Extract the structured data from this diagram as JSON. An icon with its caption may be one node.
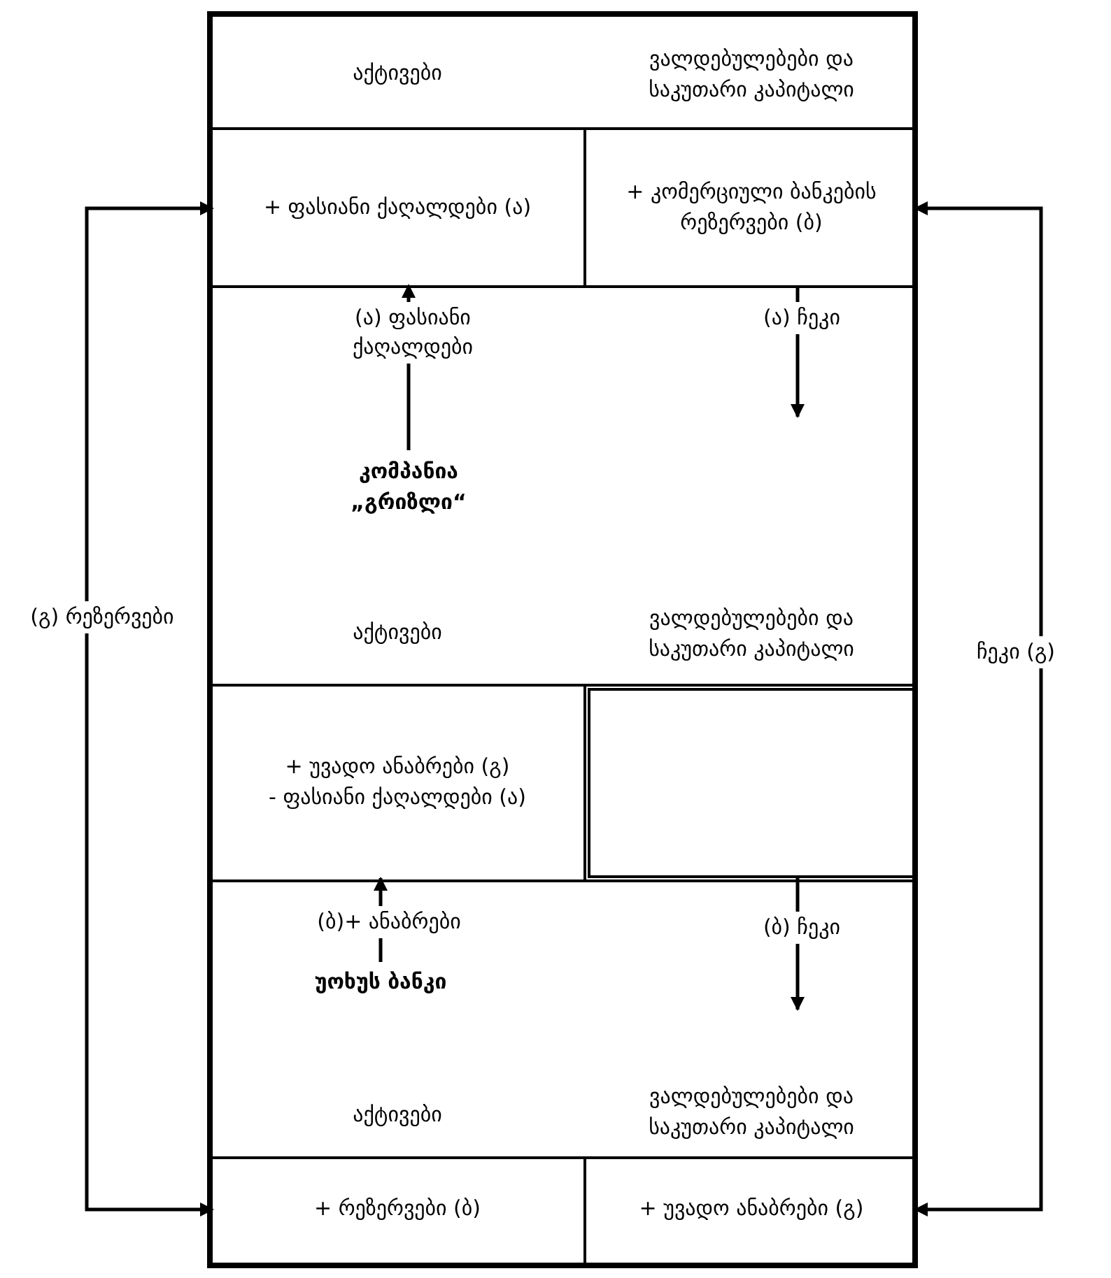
{
  "diagram": {
    "nodes": [
      {
        "text": [
          "აქტივები"
        ]
      },
      {
        "text": [
          "ვალდებულებები და საკუთარი კაპიტალი"
        ]
      },
      {
        "text": [
          "+ ფასიანი ქაღალდები (ა)"
        ]
      },
      {
        "text": [
          "+ კომერციული ბანკების რეზერვები (ბ)"
        ]
      },
      {
        "text": [
          "კომპანია „გრიზლი“"
        ]
      },
      {
        "text": [
          "აქტივები"
        ]
      },
      {
        "text": [
          "ვალდებულებები და საკუთარი კაპიტალი"
        ]
      },
      {
        "text": [
          "+ უვადო ანაბრები (გ)",
          "- ფასიანი ქაღალდები (ა)"
        ]
      },
      {
        "text": [],
        "shape": "box"
      },
      {
        "text": [
          "უოხუს ბანკი"
        ]
      },
      {
        "text": [
          "აქტივები"
        ]
      },
      {
        "text": [
          "ვალდებულებები და საკუთარი კაპიტალი"
        ]
      },
      {
        "text": [
          "+ რეზერვები (ბ)"
        ]
      },
      {
        "text": [
          "+ უვადო ანაბრები (გ)"
        ]
      }
    ],
    "edges": [
      {
        "from": 4,
        "to": 2,
        "arrow": "to",
        "label": "(ა) ფასიანი ქაღალდები"
      },
      {
        "from": 3,
        "to": null,
        "arrow": "to",
        "label": "(ა) ჩეკი"
      },
      {
        "from": 9,
        "to": 7,
        "arrow": "to",
        "label": "(ბ)+ ანაბრები"
      },
      {
        "from": 8,
        "to": null,
        "arrow": "to",
        "label": "(ბ) ჩეკი"
      },
      {
        "from": 2,
        "to": 12,
        "arrow": "both",
        "label": "(გ) რეზერვები"
      },
      {
        "from": 3,
        "to": 13,
        "arrow": "both",
        "label": "ჩეკი (გ)"
      }
    ]
  }
}
